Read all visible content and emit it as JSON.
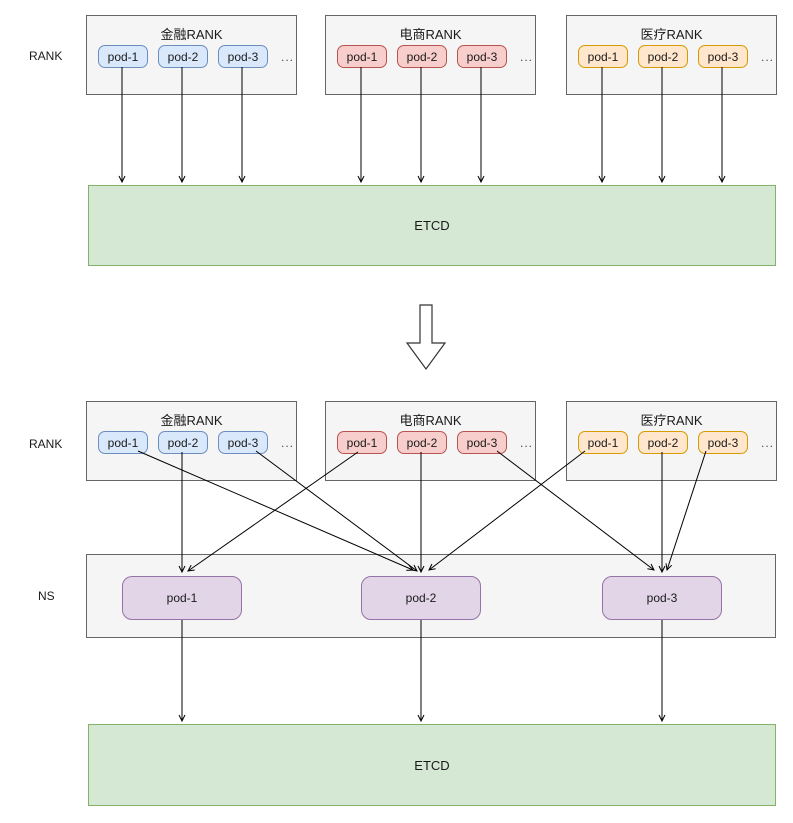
{
  "colors": {
    "pod_blue_fill": "#dae8fc",
    "pod_blue_stroke": "#6c8ebf",
    "pod_red_fill": "#f8cecc",
    "pod_red_stroke": "#b85450",
    "pod_orange_fill": "#ffe6cc",
    "pod_orange_stroke": "#d79b00",
    "pod_purple_fill": "#e1d5e7",
    "pod_purple_stroke": "#9673a6",
    "etcd_fill": "#d5e8d4",
    "etcd_stroke": "#82b366",
    "group_fill": "#f5f5f5",
    "group_stroke": "#666666",
    "line_color": "#000000"
  },
  "before": {
    "row_label": "RANK",
    "groups": [
      {
        "title": "金融RANK",
        "pods": [
          "pod-1",
          "pod-2",
          "pod-3"
        ],
        "more": "..."
      },
      {
        "title": "电商RANK",
        "pods": [
          "pod-1",
          "pod-2",
          "pod-3"
        ],
        "more": "..."
      },
      {
        "title": "医疗RANK",
        "pods": [
          "pod-1",
          "pod-2",
          "pod-3"
        ],
        "more": "..."
      }
    ],
    "etcd_label": "ETCD"
  },
  "after": {
    "row_label": "RANK",
    "ns_label": "NS",
    "groups": [
      {
        "title": "金融RANK",
        "pods": [
          "pod-1",
          "pod-2",
          "pod-3"
        ],
        "more": "..."
      },
      {
        "title": "电商RANK",
        "pods": [
          "pod-1",
          "pod-2",
          "pod-3"
        ],
        "more": "..."
      },
      {
        "title": "医疗RANK",
        "pods": [
          "pod-1",
          "pod-2",
          "pod-3"
        ],
        "more": "..."
      }
    ],
    "ns_pods": [
      "pod-1",
      "pod-2",
      "pod-3"
    ],
    "etcd_label": "ETCD"
  },
  "edges": {
    "before_pod_to_etcd": [
      [
        "金融RANK.pod-1",
        "ETCD"
      ],
      [
        "金融RANK.pod-2",
        "ETCD"
      ],
      [
        "金融RANK.pod-3",
        "ETCD"
      ],
      [
        "电商RANK.pod-1",
        "ETCD"
      ],
      [
        "电商RANK.pod-2",
        "ETCD"
      ],
      [
        "电商RANK.pod-3",
        "ETCD"
      ],
      [
        "医疗RANK.pod-1",
        "ETCD"
      ],
      [
        "医疗RANK.pod-2",
        "ETCD"
      ],
      [
        "医疗RANK.pod-3",
        "ETCD"
      ]
    ],
    "after_rank_to_ns": [
      [
        "金融RANK.pod-1",
        "NS.pod-2"
      ],
      [
        "金融RANK.pod-2",
        "NS.pod-1"
      ],
      [
        "金融RANK.pod-3",
        "NS.pod-2"
      ],
      [
        "电商RANK.pod-1",
        "NS.pod-1"
      ],
      [
        "电商RANK.pod-2",
        "NS.pod-2"
      ],
      [
        "电商RANK.pod-3",
        "NS.pod-3"
      ],
      [
        "医疗RANK.pod-1",
        "NS.pod-2"
      ],
      [
        "医疗RANK.pod-2",
        "NS.pod-3"
      ],
      [
        "医疗RANK.pod-3",
        "NS.pod-3"
      ]
    ],
    "after_ns_to_etcd": [
      [
        "NS.pod-1",
        "ETCD"
      ],
      [
        "NS.pod-2",
        "ETCD"
      ],
      [
        "NS.pod-3",
        "ETCD"
      ]
    ]
  }
}
